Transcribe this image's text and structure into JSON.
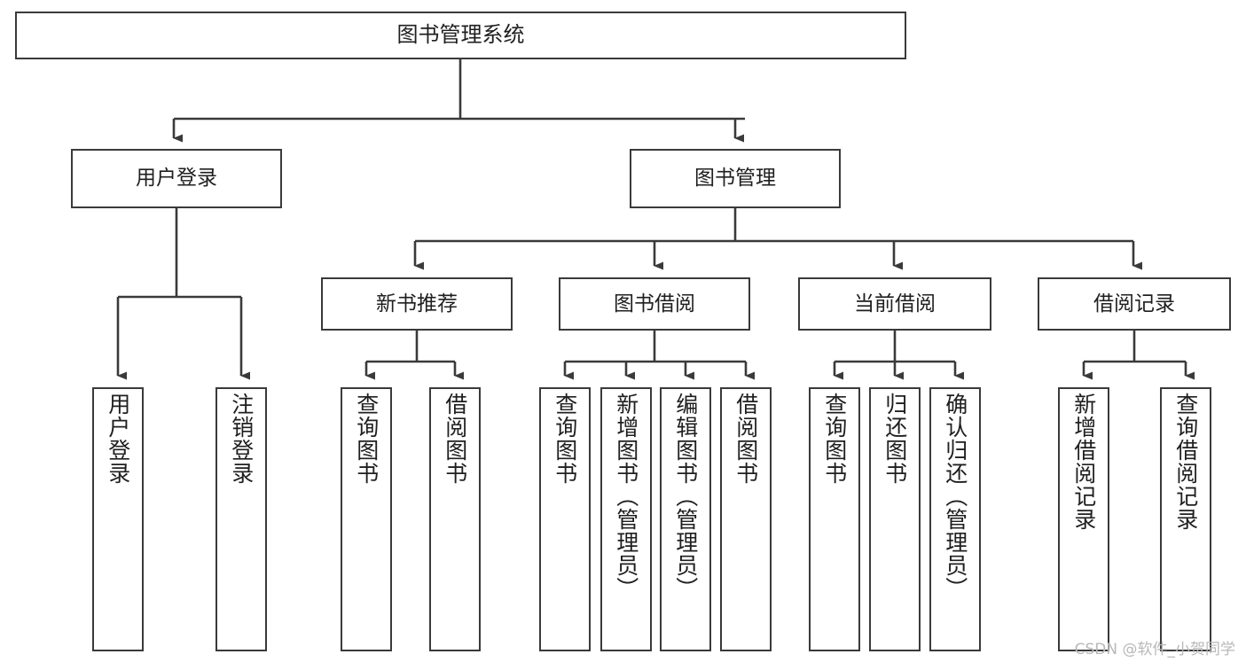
{
  "diagram": {
    "title": "图书管理系统",
    "type": "tree-hierarchy-chart",
    "root": {
      "label": "图书管理系统"
    },
    "level2": [
      {
        "label": "用户登录"
      },
      {
        "label": "图书管理"
      }
    ],
    "level3": [
      {
        "label": "新书推荐"
      },
      {
        "label": "图书借阅"
      },
      {
        "label": "当前借阅"
      },
      {
        "label": "借阅记录"
      }
    ],
    "leaves": [
      {
        "label": "用户登录"
      },
      {
        "label": "注销登录"
      },
      {
        "label": "查询图书"
      },
      {
        "label": "借阅图书"
      },
      {
        "label": "查询图书"
      },
      {
        "label": "新增图书（管理员）"
      },
      {
        "label": "编辑图书（管理员）"
      },
      {
        "label": "借阅图书"
      },
      {
        "label": "查询图书"
      },
      {
        "label": "归还图书"
      },
      {
        "label": "确认归还（管理员）"
      },
      {
        "label": "新增借阅记录"
      },
      {
        "label": "查询借阅记录"
      }
    ]
  },
  "watermark": {
    "text": "CSDN @软件_小贺同学"
  },
  "colors": {
    "box_border": "#3a3a3a",
    "box_fill": "#ffffff",
    "line": "#3a3a3a",
    "text": "#1f1f1f",
    "watermark": "#b8b8b8"
  }
}
